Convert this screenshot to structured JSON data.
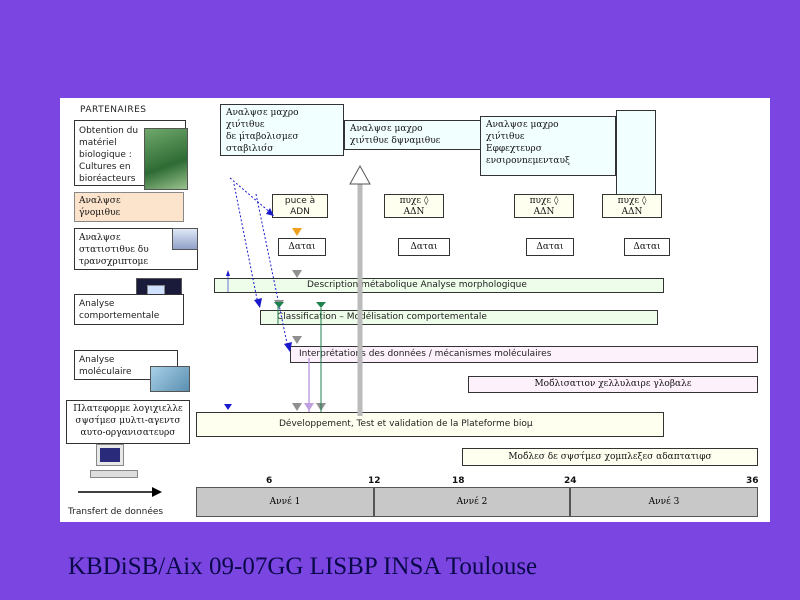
{
  "partners_header": "PARTENAIRES",
  "partners": [
    "Obtention du\nmatériel\nbiologique :\nCultures en\nbioréacteurs",
    "Αναλψσε\nγ́νομιθυε",
    "Αναλψσε\nστατιστιθυε δυ\nτρανσχριπτομε",
    "Analyse\ncomportementale",
    "Analyse\nmoléculaire",
    "Πλατεφορμε  λογιχιελλε\nσψστ́μεσ  μυλτι-αγεντσ\nαυτο-οργανισατευρσ"
  ],
  "transfer_label": "Transfert de données",
  "top_boxes": [
    "Αναλψσε μαχρο\nχιν́τιθυε\n  δε μ́ταβολισμεσ\nσταβιλισ́σ",
    "Αναλψσε μαχρο\nχιν́τιθυε δψναμιθυε",
    "Αναλψσε μαχρο\nχιν́τιθυε\nΕφφεχτευρσ\nενσιρονnεμενταυξ"
  ],
  "puce_labels": [
    "puce à\nADN",
    "πυχε ◊\nΑΔΝ",
    "πυχε ◊\nΑΔΝ",
    "πυχε ◊\nΑΔΝ"
  ],
  "data_labels": [
    "Δαται",
    "Δαται",
    "Δαται",
    "Δαται"
  ],
  "bars": [
    "Description métabolique            Analyse    morphologique",
    "Classification                   –   Modélisation              comportementale",
    "Interprétations des données  /  mécanismes moléculaires",
    "Μοδ́λισατιον χελλυλαιρε γλοβαλε",
    "Développement, Test et validation de la       Plateforme  biομ",
    "Μοδ́λεσ δε σψστ́μεσ χομπλεξεσ αδαπτατιφσ"
  ],
  "timeline": {
    "ticks": [
      "6",
      "12",
      "18",
      "24",
      "36"
    ],
    "years": [
      "Αννέ 1",
      "Αννέ 2",
      "Αννέ 3"
    ]
  },
  "footer": "KBDiSB/Aix 09-07GG LISBP INSA Toulouse",
  "colors": {
    "background": "#7b45e2",
    "arrow_blue": "#1a1acc",
    "marker_orange": "#f0a020",
    "marker_gray": "#909090",
    "marker_lilac": "#c0a0e0",
    "line_green": "#208050"
  }
}
